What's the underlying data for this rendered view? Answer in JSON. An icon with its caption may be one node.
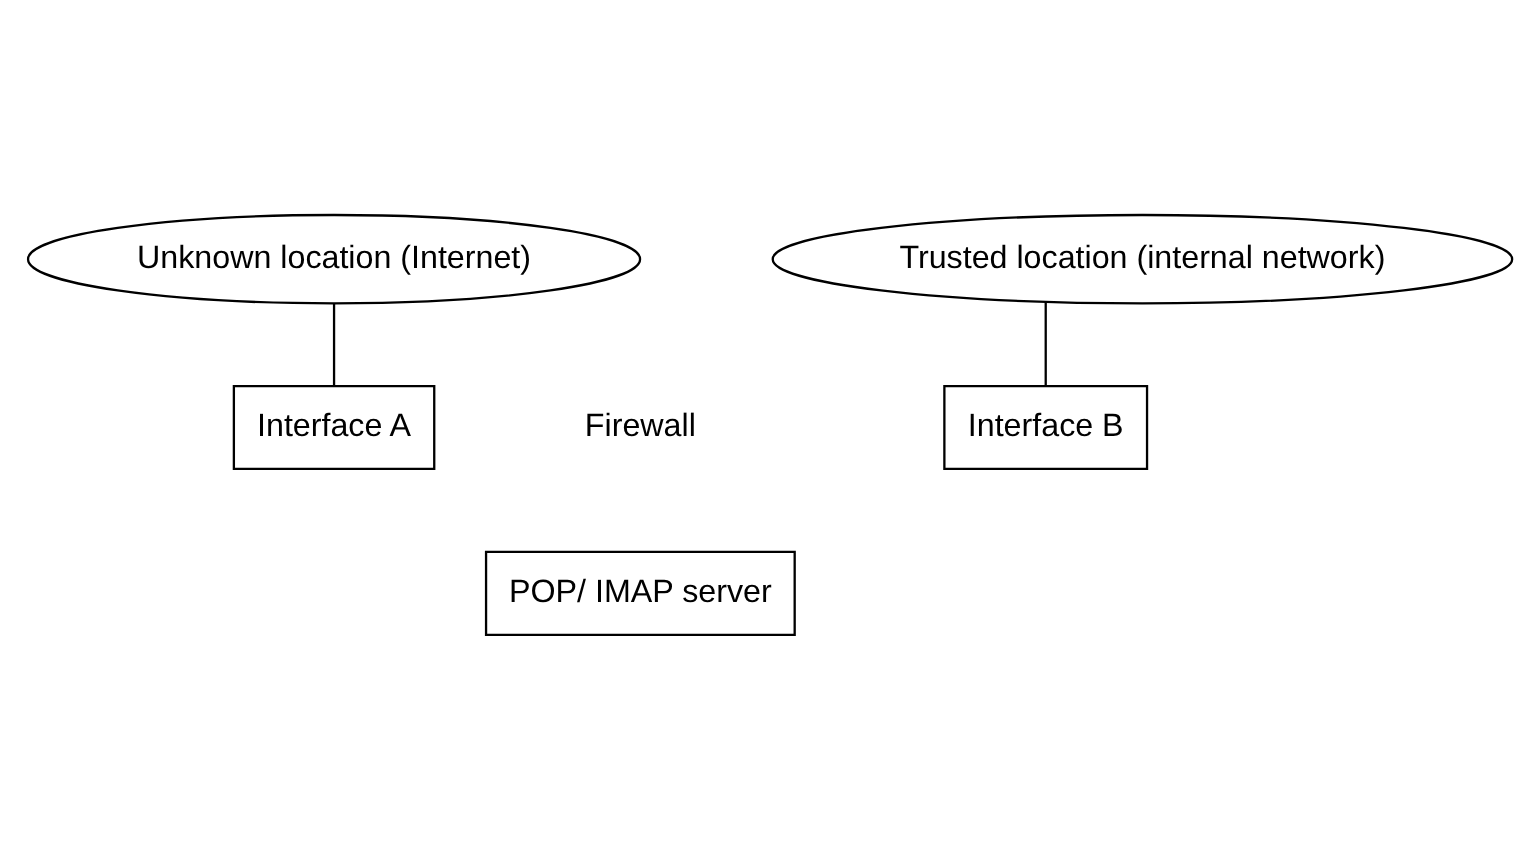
{
  "diagram": {
    "nodes": [
      {
        "text": [
          "Unknown location (Internet)"
        ]
      },
      {
        "text": [
          "Trusted location (internal network)"
        ]
      },
      {
        "text": [
          "Interface A"
        ]
      },
      {
        "text": [
          "Interface B"
        ]
      },
      {
        "text": [
          "POP/ IMAP server"
        ]
      }
    ],
    "edges": [
      {
        "from": 0,
        "to": 2,
        "arrow": "none"
      },
      {
        "from": 1,
        "to": 3,
        "arrow": "none"
      }
    ],
    "labels": [
      "Firewall"
    ]
  }
}
